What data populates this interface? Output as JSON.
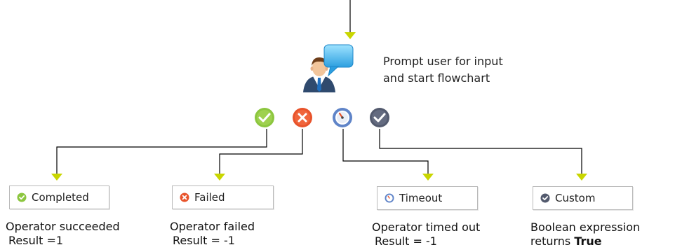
{
  "prompt": {
    "line1": "Prompt user for input",
    "line2": "and start flowchart"
  },
  "outcomes": [
    {
      "key": "completed",
      "label": "Completed",
      "line1": "Operator succeeded",
      "line2": "Result =1",
      "icon": "check-icon",
      "color": "#8cc63f"
    },
    {
      "key": "failed",
      "label": "Failed",
      "line1": "Operator failed",
      "line2": "Result = -1",
      "icon": "x-icon",
      "color": "#e8532b"
    },
    {
      "key": "timeout",
      "label": "Timeout",
      "line1": "Operator timed out",
      "line2": "Result = -1",
      "icon": "clock-icon",
      "color": "#5f84c8"
    },
    {
      "key": "custom",
      "label": "Custom",
      "line1": "Boolean expression",
      "line2_prefix": "returns ",
      "line2_bold": "True",
      "icon": "check-icon",
      "color": "#535a6e"
    }
  ],
  "colors": {
    "arrowhead": "#c9d600",
    "connector": "#000000"
  }
}
